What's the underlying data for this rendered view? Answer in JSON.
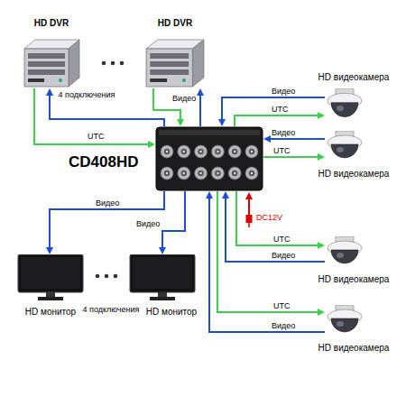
{
  "diagram": {
    "nodes": [
      {
        "text": [
          "HD DVR"
        ]
      },
      {
        "text": [
          "HD DVR"
        ]
      },
      {
        "text": [
          "HD видеокамера"
        ]
      },
      {
        "text": [
          "CD408HD"
        ]
      },
      {
        "text": [
          "HD видеокамера"
        ]
      },
      {
        "text": [
          "HD видеокамера"
        ]
      },
      {
        "text": [
          "HD видеокамера"
        ]
      },
      {
        "text": [
          "HD монитор"
        ]
      },
      {
        "text": [
          "HD монитор"
        ]
      }
    ],
    "edges": [
      {
        "from": 3,
        "to": 0,
        "arrow": "to"
      },
      {
        "from": 0,
        "to": 3,
        "label": "UTC",
        "arrow": "to"
      },
      {
        "from": 3,
        "to": 1,
        "label": "Видео",
        "arrow": "to"
      },
      {
        "from": 1,
        "to": 3,
        "arrow": "to"
      },
      {
        "from": 2,
        "to": 3,
        "label": "Видео",
        "arrow": "to"
      },
      {
        "from": 3,
        "to": 2,
        "label": "UTC",
        "arrow": "to"
      },
      {
        "from": 4,
        "to": 3,
        "label": "Видео",
        "arrow": "to"
      },
      {
        "from": 3,
        "to": 4,
        "label": "UTC",
        "arrow": "to"
      },
      {
        "from": 5,
        "to": 3,
        "label": "Видео",
        "arrow": "to"
      },
      {
        "from": 3,
        "to": 5,
        "label": "UTC",
        "arrow": "to"
      },
      {
        "from": 6,
        "to": 3,
        "label": "Видео",
        "arrow": "to"
      },
      {
        "from": 3,
        "to": 6,
        "label": "UTC",
        "arrow": "to"
      },
      {
        "from": 3,
        "to": 7,
        "label": "Видео",
        "arrow": "to"
      },
      {
        "from": 3,
        "to": 8,
        "label": "Видео",
        "arrow": "to"
      }
    ],
    "labels": [
      "4 подключения",
      "DC12V",
      "4 подключения"
    ]
  }
}
